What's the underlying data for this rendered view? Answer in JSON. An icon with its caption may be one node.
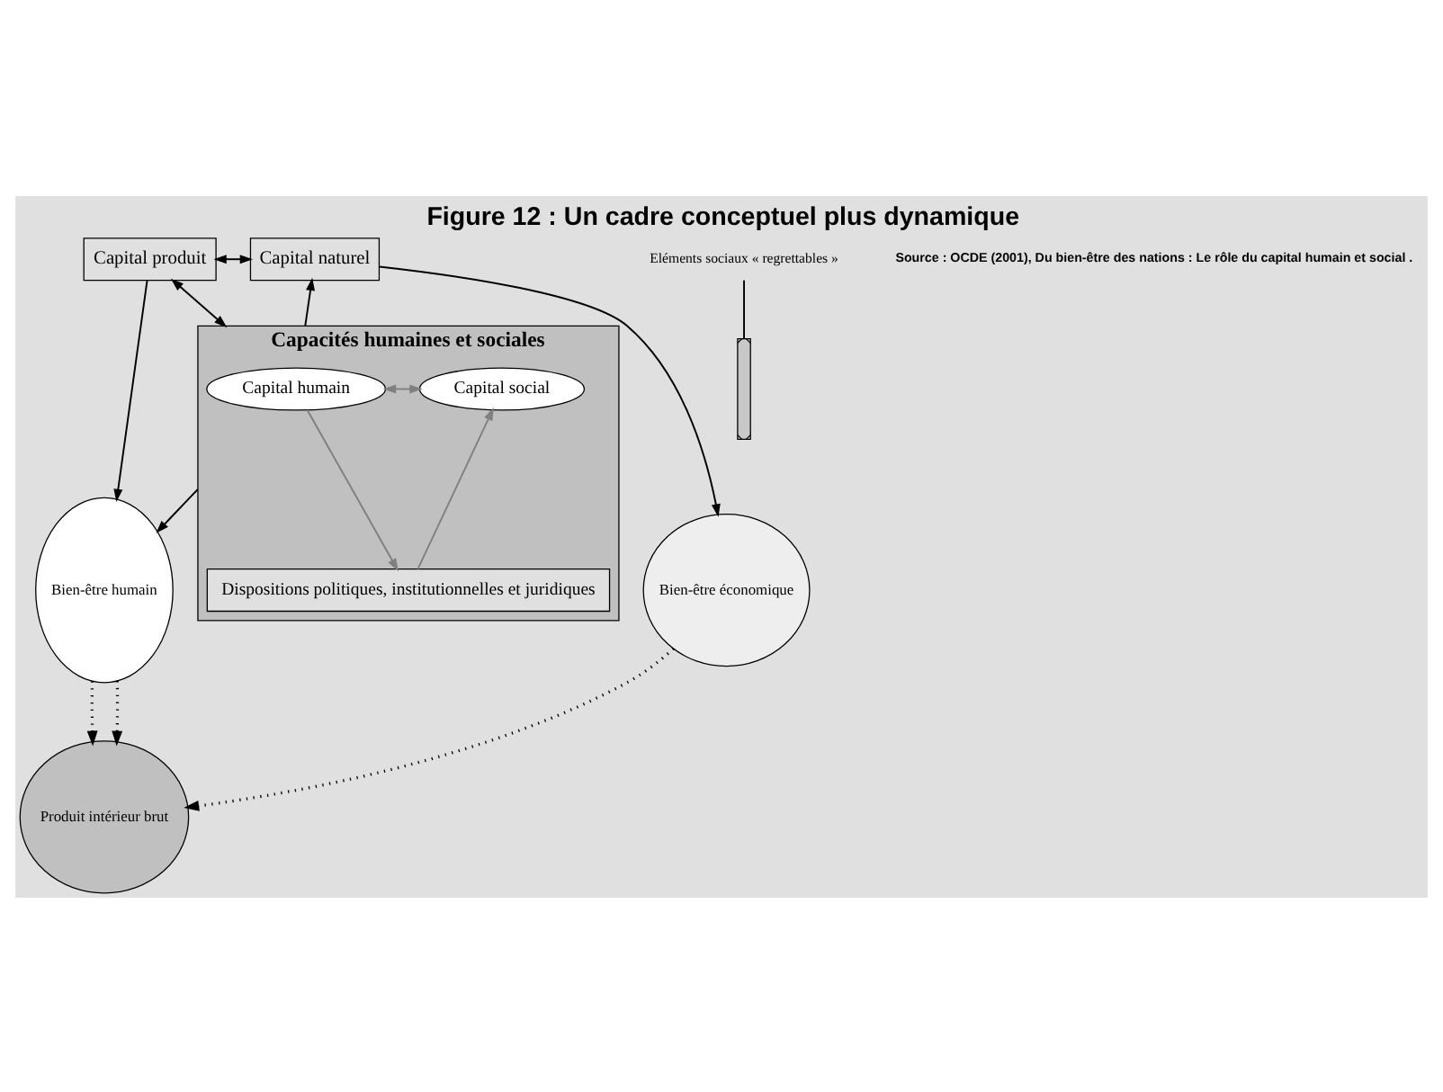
{
  "diagram": {
    "title": "Figure 12 : Un cadre conceptuel plus dynamique",
    "caption": "Source : OCDE (2001), Du bien-être des nations : Le rôle du capital humain et social .",
    "nodes": [
      {
        "text": [
          "Capital produit"
        ]
      },
      {
        "text": [
          "Capital naturel"
        ]
      },
      {
        "text": [
          "Capacités humaines et sociales"
        ]
      },
      {
        "text": [
          "Capital humain"
        ],
        "in": 2
      },
      {
        "text": [
          "Capital social"
        ],
        "in": 2
      },
      {
        "text": [
          "Dispositions politiques, institutionnelles et juridiques"
        ],
        "in": 2
      },
      {
        "text": [
          "Bien-être humain"
        ]
      },
      {
        "text": [
          "Bien-être économique"
        ]
      },
      {
        "text": [
          "Produit intérieur brut"
        ]
      },
      {
        "text": [
          "Eléments sociaux « regrettables »"
        ]
      },
      {
        "text": [],
        "shape": "band"
      }
    ],
    "edges": [
      {
        "from": 0,
        "to": 1,
        "arrow": "both"
      },
      {
        "from": 0,
        "to": 2,
        "arrow": "both"
      },
      {
        "from": 2,
        "to": 1,
        "arrow": "to"
      },
      {
        "from": 0,
        "to": 6,
        "arrow": "to"
      },
      {
        "from": 6,
        "to": 8,
        "arrow": "to",
        "style": "dashed"
      },
      {
        "from": 1,
        "to": 7,
        "arrow": "to"
      },
      {
        "from": 7,
        "to": 8,
        "arrow": "to",
        "style": "dashed"
      },
      {
        "from": 2,
        "to": 6,
        "arrow": "to"
      },
      {
        "from": 6,
        "to": 8,
        "arrow": "to",
        "style": "dashed"
      },
      {
        "from": 3,
        "to": 4,
        "arrow": "both",
        "color": "#808080"
      },
      {
        "from": 3,
        "to": 5,
        "arrow": "to",
        "color": "#808080"
      },
      {
        "from": 5,
        "to": 4,
        "arrow": "to",
        "color": "#808080"
      },
      {
        "from": 9,
        "to": 10,
        "arrow": "none"
      }
    ]
  }
}
